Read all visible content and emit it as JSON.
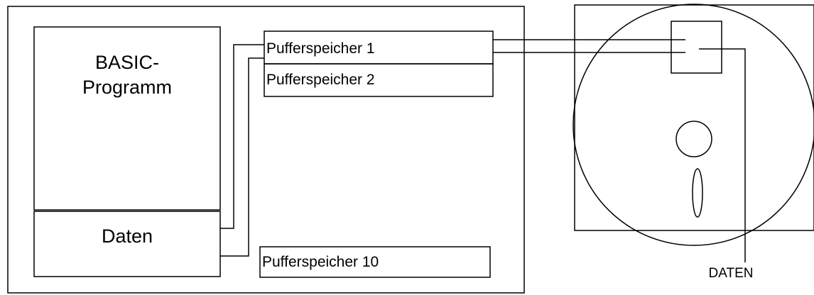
{
  "computer": {
    "program_label_line1": "BASIC-",
    "program_label_line2": "Programm",
    "data_label": "Daten"
  },
  "buffers": {
    "buffer_1": "Pufferspeicher 1",
    "buffer_2": "Pufferspeicher 2",
    "buffer_10": "Pufferspeicher 10"
  },
  "disk": {
    "data_label": "DATEN"
  }
}
